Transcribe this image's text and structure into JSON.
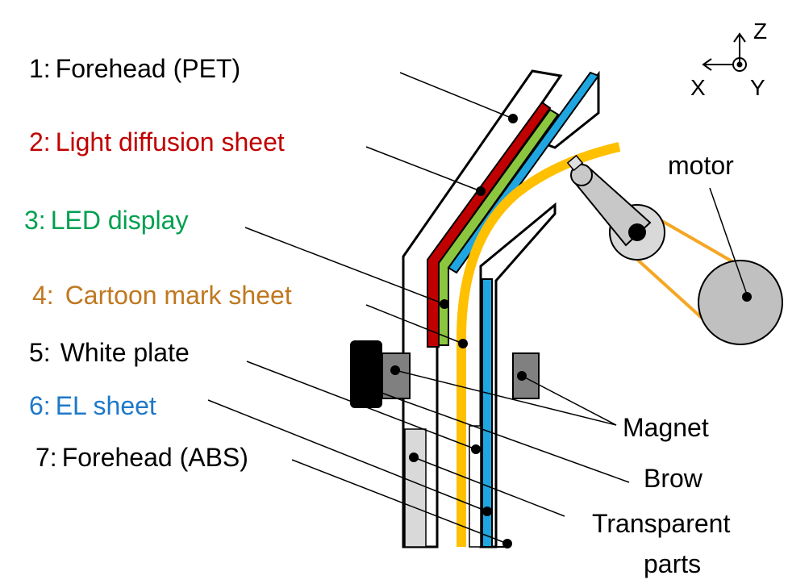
{
  "labels": [
    {
      "num": "1:",
      "text": "Forehead (PET)",
      "color": "#000000"
    },
    {
      "num": "2:",
      "text": "Light diffusion sheet",
      "color": "#c00000"
    },
    {
      "num": "3:",
      "text": "LED display",
      "color": "#00a050"
    },
    {
      "num": "4:",
      "text": "Cartoon mark sheet",
      "color": "#c07820"
    },
    {
      "num": "5:",
      "text": "White plate",
      "color": "#000000"
    },
    {
      "num": "6:",
      "text": "EL sheet",
      "color": "#1f78c8"
    },
    {
      "num": "7:",
      "text": "Forehead (ABS)",
      "color": "#000000"
    }
  ],
  "callouts": {
    "motor": "motor",
    "magnet": "Magnet",
    "brow": "Brow",
    "transparent_line1": "Transparent",
    "transparent_line2": "parts"
  },
  "axes": {
    "z": "Z",
    "x": "X",
    "y": "Y"
  },
  "colors": {
    "red_sheet": "#c00000",
    "green_sheet": "#8cc63f",
    "blue_sheet": "#1fa6e0",
    "orange_sheet": "#ffc000",
    "motor_belt": "#f5a623",
    "motor_gray": "#c0c0c0",
    "magnet_gray": "#808080",
    "transparent_gray": "#d9d9d9"
  }
}
